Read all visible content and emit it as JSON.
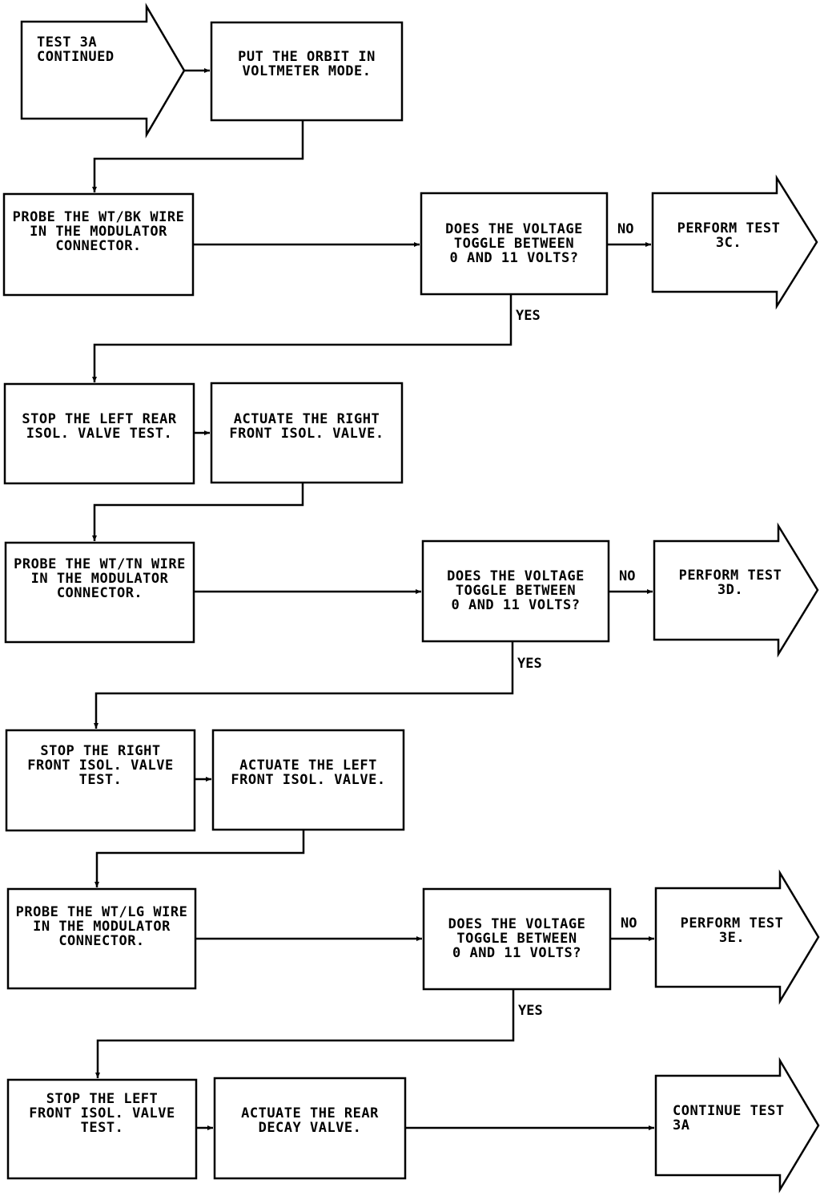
{
  "nodes": {
    "start": "TEST 3A\nCONTINUED",
    "put_orbit": "PUT THE ORBIT IN\nVOLTMETER MODE.",
    "probe1": "PROBE THE WT/BK WIRE\nIN THE MODULATOR\nCONNECTOR.",
    "q1": "DOES THE VOLTAGE\nTOGGLE BETWEEN\n0 AND 11 VOLTS?",
    "test3c": "PERFORM TEST\n3C.",
    "stop1": "STOP THE LEFT REAR\nISOL. VALVE TEST.",
    "act1": "ACTUATE THE RIGHT\nFRONT ISOL. VALVE.",
    "probe2": "PROBE THE WT/TN WIRE\nIN THE MODULATOR\nCONNECTOR.",
    "q2": "DOES THE VOLTAGE\nTOGGLE BETWEEN\n0 AND 11 VOLTS?",
    "test3d": "PERFORM TEST\n3D.",
    "stop2": "STOP THE RIGHT\nFRONT ISOL. VALVE\nTEST.",
    "act2": "ACTUATE THE LEFT\nFRONT ISOL. VALVE.",
    "probe3": "PROBE THE WT/LG WIRE\nIN THE MODULATOR\nCONNECTOR.",
    "q3": "DOES THE VOLTAGE\nTOGGLE BETWEEN\n0 AND 11 VOLTS?",
    "test3e": "PERFORM TEST\n3E.",
    "stop3": "STOP THE LEFT\nFRONT ISOL. VALVE\nTEST.",
    "act3": "ACTUATE THE REAR\nDECAY VALVE.",
    "cont3a": "CONTINUE TEST\n3A"
  },
  "edges": {
    "no": "NO",
    "yes": "YES"
  }
}
